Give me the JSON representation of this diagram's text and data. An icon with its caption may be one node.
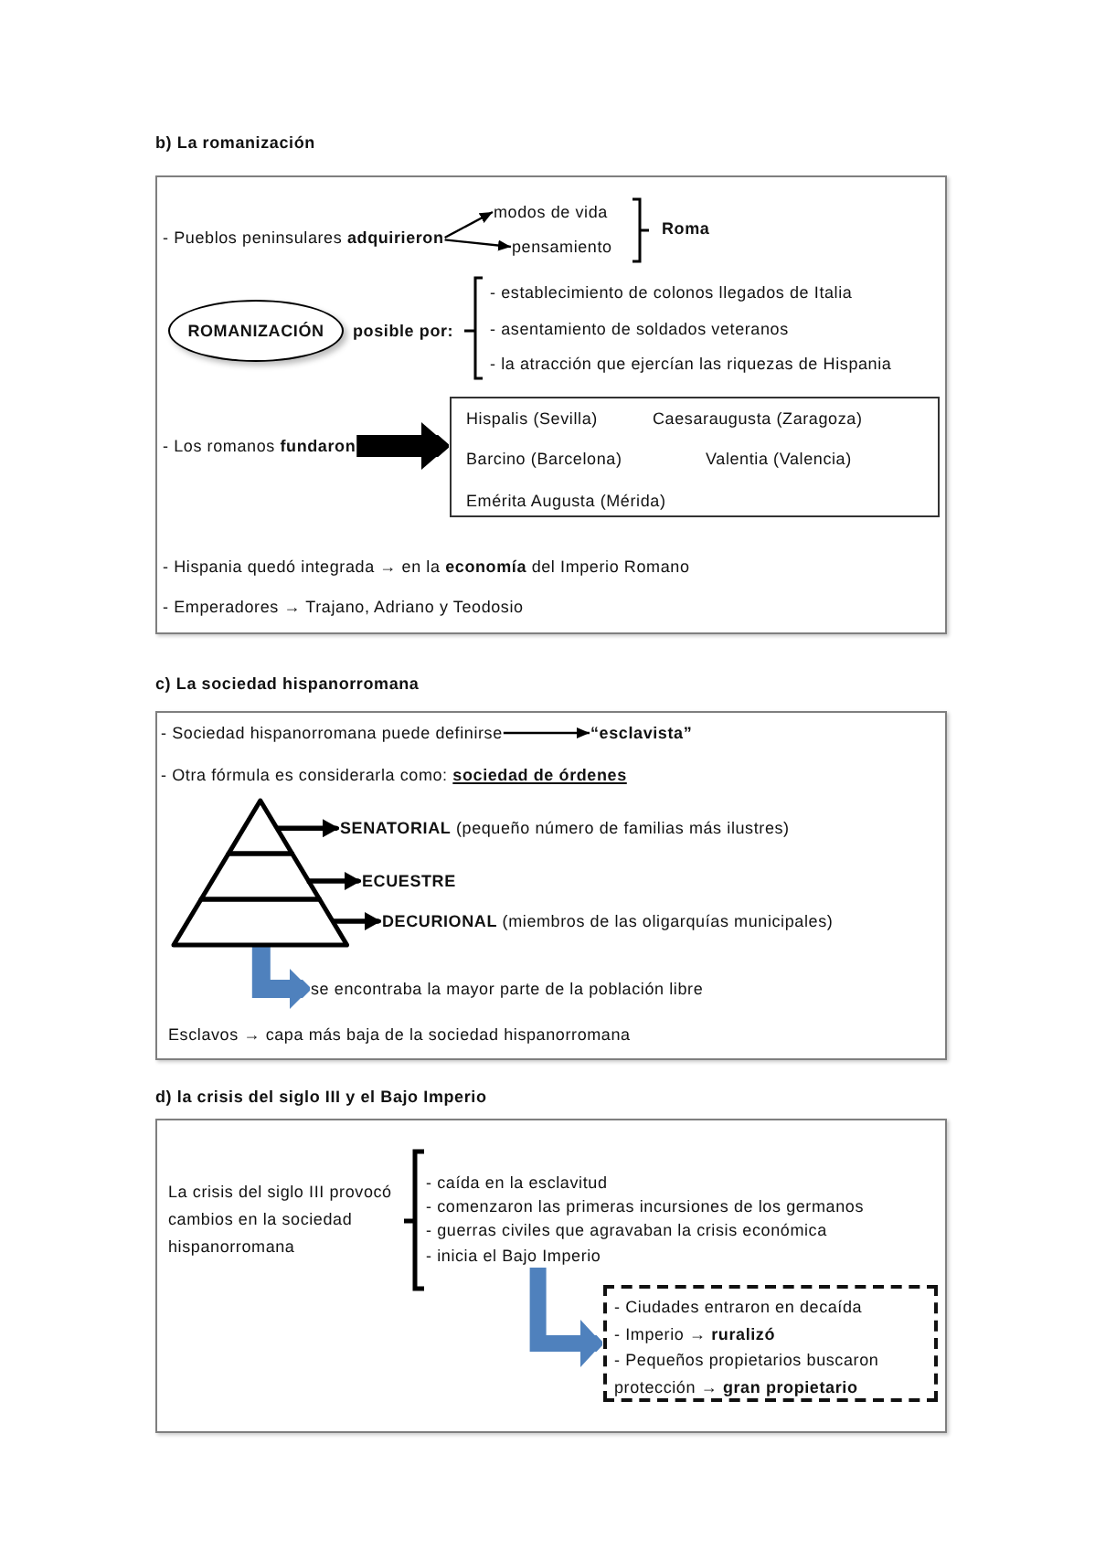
{
  "diagram": {
    "nodes": [
      {
        "text": [
          "b) La romanización"
        ]
      },
      {
        "text": [
          "- Pueblos peninsulares **adquirieron**"
        ],
        "in": 0
      },
      {
        "text": [
          "modos de vida"
        ],
        "in": 0
      },
      {
        "text": [
          "pensamiento"
        ],
        "in": 0
      },
      {
        "text": [
          "ROMANIZACIÓN"
        ],
        "beside": [
          "posible por:"
        ],
        "in": 0
      },
      {
        "text": [
          "- Los romanos **fundaron**"
        ],
        "in": 0
      },
      {
        "text": [
          "Hispalis (Sevilla)",
          "Caesaraugusta (Zaragoza)",
          "Barcino (Barcelona)",
          "Valentia (Valencia)",
          "Emérita Augusta (Mérida)"
        ],
        "in": 0
      },
      {
        "text": [
          "c) La sociedad hispanorromana"
        ]
      },
      {
        "text": [
          "- Sociedad hispanorromana puede definirse"
        ],
        "in": 7
      },
      {
        "text": [
          "“esclavista”"
        ],
        "in": 7
      },
      {
        "text": [],
        "shape": "triangle",
        "in": 7
      },
      {
        "text": [],
        "shape": "trapezoid",
        "in": 7
      },
      {
        "text": [],
        "shape": "trapezoid",
        "in": 7
      },
      {
        "text": [
          "**SENATORIAL** (pequeño número de familias más ilustres)"
        ],
        "in": 7
      },
      {
        "text": [
          "ECUESTRE"
        ],
        "in": 7
      },
      {
        "text": [
          "**DECURIONAL** (miembros de las oligarquías municipales)"
        ],
        "in": 7
      },
      {
        "text": [
          "se encontraba la mayor parte de la población libre"
        ],
        "in": 7
      },
      {
        "text": [
          "d) la crisis del siglo III y el Bajo Imperio"
        ]
      },
      {
        "text": [
          "- inicia el Bajo Imperio"
        ],
        "in": 17
      },
      {
        "text": [
          "- Ciudades entraron en decaída",
          "- Imperio → **ruralizó**",
          "- Pequeños propietarios buscaron protección → **gran propietario**"
        ],
        "in": 17
      }
    ],
    "edges": [
      {
        "from": 1,
        "to": 2,
        "arrow": "to"
      },
      {
        "from": 1,
        "to": 3,
        "arrow": "to"
      },
      {
        "from": 5,
        "to": 6,
        "arrow": "to",
        "style": "thick"
      },
      {
        "from": 8,
        "to": 9,
        "arrow": "to"
      },
      {
        "from": 10,
        "to": 13,
        "arrow": "to"
      },
      {
        "from": 11,
        "to": 14,
        "arrow": "to"
      },
      {
        "from": 12,
        "to": 15,
        "arrow": "to"
      },
      {
        "from": 12,
        "to": 16,
        "arrow": "to",
        "style": "thick",
        "color": "#4f81bd"
      },
      {
        "from": 18,
        "to": 19,
        "arrow": "to",
        "style": "thick",
        "color": "#4f81bd"
      }
    ],
    "labels": [
      "Roma",
      "- establecimiento de colonos llegados de Italia",
      "- asentamiento de soldados veteranos",
      "- la atracción que ejercían las riquezas de Hispania",
      "- Hispania quedó integrada → en la **economía** del Imperio Romano",
      "- Emperadores → Trajano, Adriano y Teodosio",
      "- Otra fórmula es considerarla como: **sociedad de órdenes**",
      "Esclavos → capa más baja de la sociedad hispanorromana",
      "La crisis del siglo III provocó cambios en la sociedad hispanorromana",
      "- caída en la esclavitud",
      "- comenzaron las primeras incursiones de los germanos",
      "- guerras civiles que agravaban la crisis económica"
    ]
  }
}
